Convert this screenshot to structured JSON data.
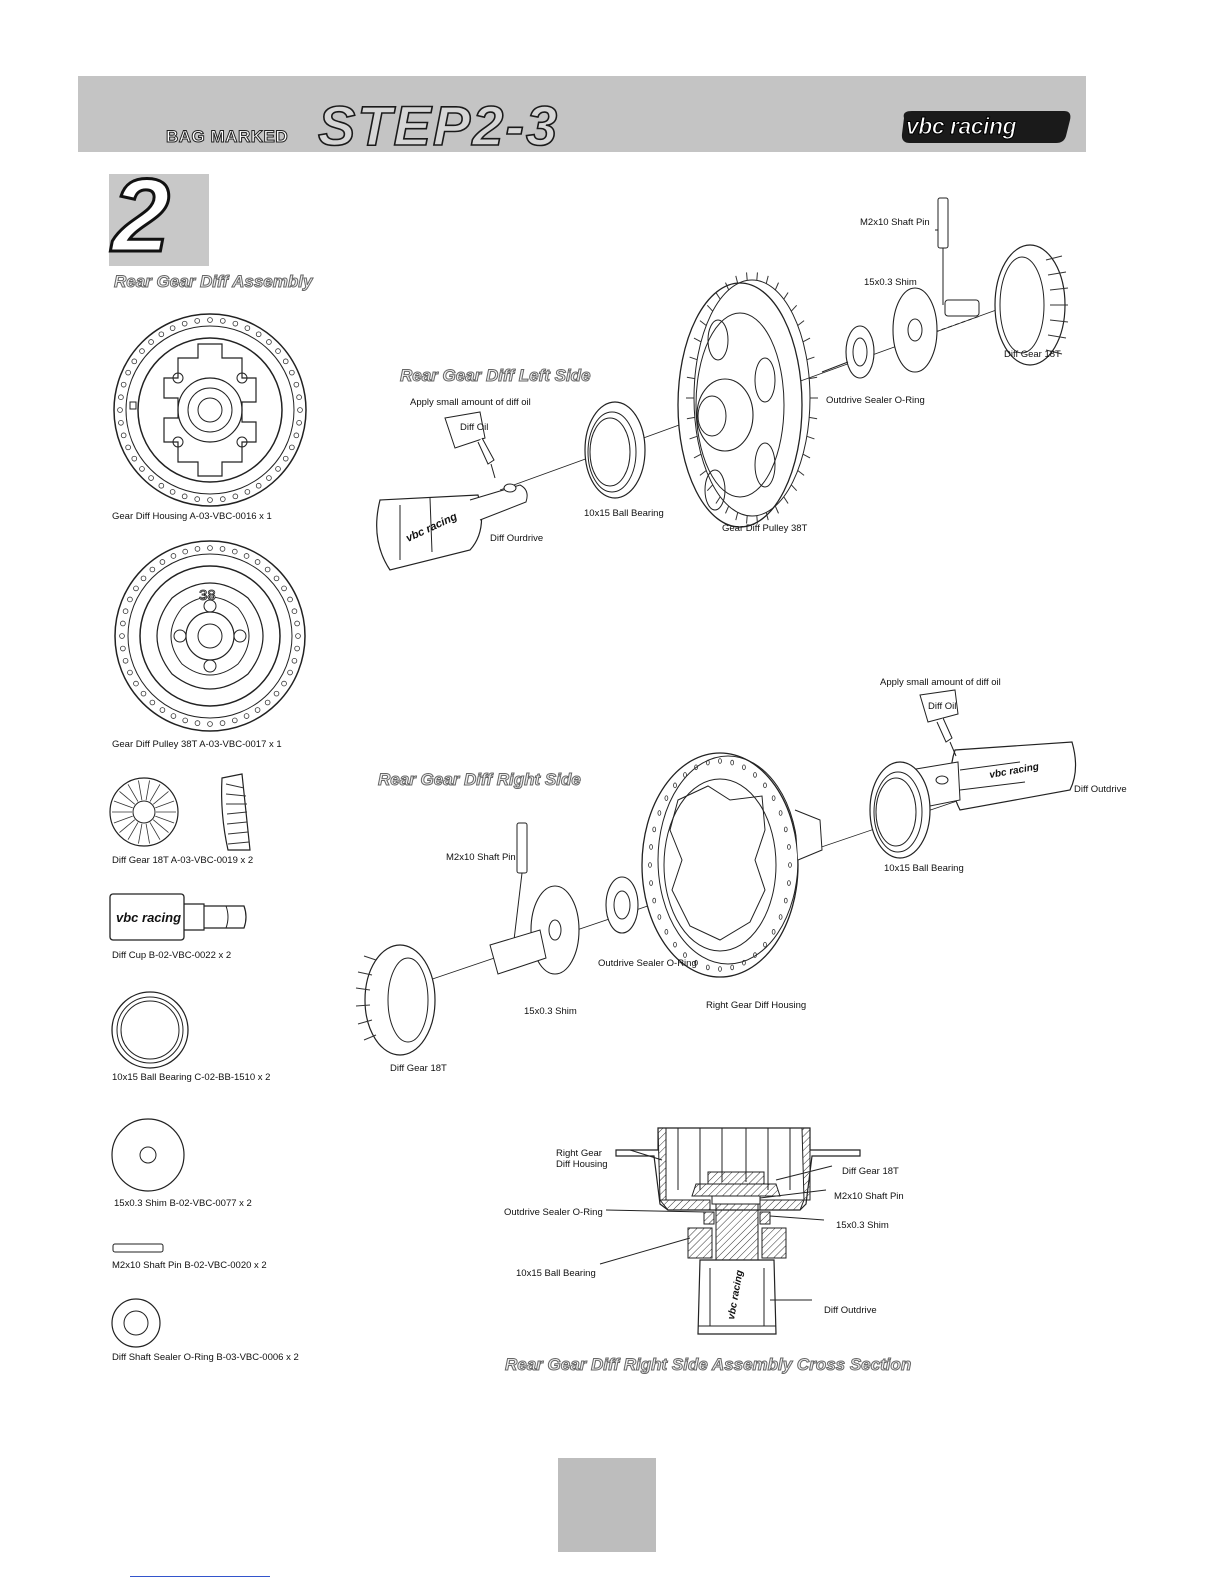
{
  "header": {
    "bag_label": "BAG MARKED",
    "step_title": "STEP2-3",
    "brand": "vbc racing"
  },
  "step": {
    "number": "2",
    "title": "Rear Gear Diff Assembly"
  },
  "parts_list": [
    {
      "label": "Gear Diff Housing A-03-VBC-0016 x 1",
      "icon": "gear-diff-housing-icon"
    },
    {
      "label": "Gear Diff Pulley 38T A-03-VBC-0017 x 1",
      "icon": "gear-diff-pulley-icon",
      "marking": "38"
    },
    {
      "label": "Diff Gear 18T A-03-VBC-0019 x 2",
      "icon": "diff-gear-icon"
    },
    {
      "label": "Diff Cup B-02-VBC-0022 x 2",
      "icon": "diff-cup-icon",
      "marking": "vbc racing"
    },
    {
      "label": "10x15 Ball Bearing C-02-BB-1510 x 2",
      "icon": "ball-bearing-icon"
    },
    {
      "label": "15x0.3 Shim B-02-VBC-0077 x 2",
      "icon": "shim-icon"
    },
    {
      "label": "M2x10 Shaft Pin B-02-VBC-0020 x 2",
      "icon": "shaft-pin-icon"
    },
    {
      "label": "Diff Shaft Sealer O-Ring B-03-VBC-0006 x 2",
      "icon": "o-ring-icon"
    }
  ],
  "left_side": {
    "title": "Rear Gear Diff Left Side",
    "labels": {
      "shaft_pin": "M2x10 Shaft Pin",
      "shim": "15x0.3 Shim",
      "diff_gear": "Diff Gear 18T",
      "o_ring": "Outdrive Sealer O-Ring",
      "apply_oil": "Apply small amount of diff oil",
      "diff_oil": "Diff Oil",
      "bearing": "10x15 Ball Bearing",
      "pulley": "Gear Diff Pulley 38T",
      "outdrive": "Diff Ourdrive"
    },
    "outdrive_marking": "vbc racing"
  },
  "right_side": {
    "title": "Rear Gear Diff Right Side",
    "labels": {
      "apply_oil": "Apply small amount of diff oil",
      "diff_oil": "Diff Oil",
      "outdrive": "Diff Outdrive",
      "bearing": "10x15 Ball Bearing",
      "shaft_pin": "M2x10 Shaft Pin",
      "o_ring": "Outdrive Sealer O-Ring",
      "shim": "15x0.3 Shim",
      "housing": "Right Gear Diff Housing",
      "diff_gear": "Diff Gear 18T"
    },
    "outdrive_marking": "vbc racing"
  },
  "cross_section": {
    "title": "Rear Gear Diff Right Side Assembly Cross Section",
    "labels": {
      "housing_line1": "Right Gear",
      "housing_line2": "Diff Housing",
      "diff_gear": "Diff Gear 18T",
      "shaft_pin": "M2x10 Shaft Pin",
      "o_ring": "Outdrive Sealer O-Ring",
      "shim": "15x0.3 Shim",
      "bearing": "10x15 Ball Bearing",
      "outdrive": "Diff Outdrive"
    },
    "outdrive_marking": "vbc racing"
  }
}
